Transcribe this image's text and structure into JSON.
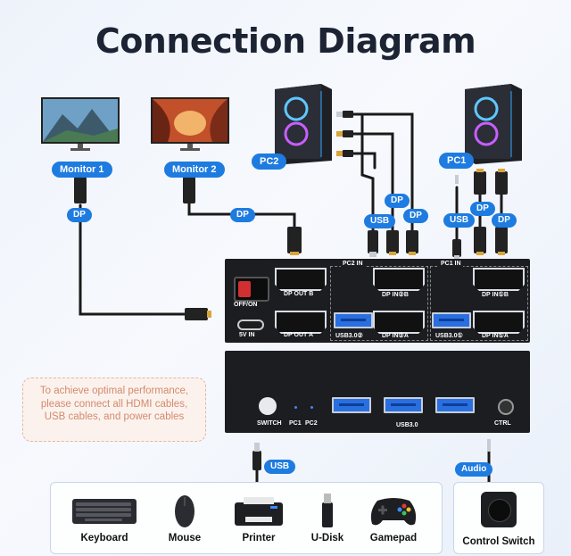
{
  "title": "Connection Diagram",
  "monitors": [
    {
      "label": "Monitor 1",
      "cable": "DP"
    },
    {
      "label": "Monitor 2",
      "cable": "DP"
    }
  ],
  "pcs": [
    {
      "label": "PC2",
      "cables": [
        "USB",
        "DP",
        "DP"
      ]
    },
    {
      "label": "PC1",
      "cables": [
        "USB",
        "DP",
        "DP"
      ]
    }
  ],
  "back_panel": {
    "power_switch": "OFF/ON",
    "power_in": "5V IN",
    "dp_out_b": "DP OUT B",
    "dp_out_a": "DP OUT A",
    "pc2_group": "PC2 IN",
    "pc1_group": "PC1 IN",
    "pc2_dp_b": "DP IN②B",
    "pc2_dp_a": "DP IN②A",
    "pc2_usb": "USB3.0②",
    "pc1_dp_b": "DP IN①B",
    "pc1_dp_a": "DP IN①A",
    "pc1_usb": "USB3.0①"
  },
  "front_panel": {
    "switch": "SWITCH",
    "led1": "PC1",
    "led2": "PC2",
    "usb_group": "USB3.0",
    "ctrl": "CTRL"
  },
  "note": "To achieve optimal performance, please connect all HDMI cables, USB cables, and power cables",
  "usb_label": "USB",
  "audio_label": "Audio",
  "devices": [
    "Keyboard",
    "Mouse",
    "Printer",
    "U-Disk",
    "Gamepad"
  ],
  "control_switch": "Control Switch",
  "colors": {
    "accent": "#1e7be0",
    "device": "#1b1d21",
    "note_text": "#d48a6a",
    "note_border": "#e8b49e"
  }
}
